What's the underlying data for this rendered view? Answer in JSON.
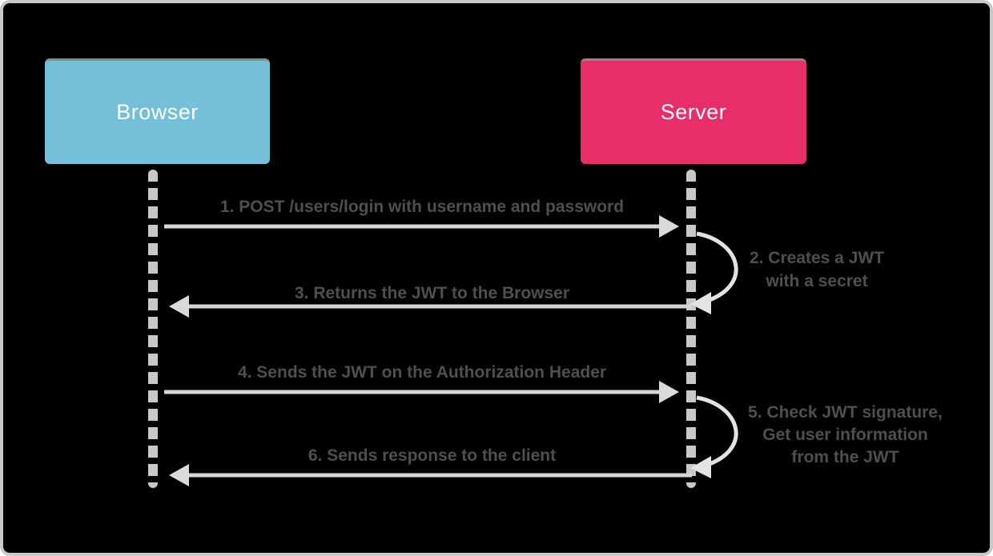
{
  "diagram": {
    "type": "sequence",
    "actors": {
      "browser": {
        "label": "Browser",
        "color": "#74c0d8",
        "text_color": "#ffffff"
      },
      "server": {
        "label": "Server",
        "color": "#e72e68",
        "text_color": "#ffffff"
      }
    },
    "messages": {
      "m1": {
        "label": "1. POST /users/login with username and password",
        "from": "Browser",
        "to": "Server"
      },
      "m2": {
        "type": "self",
        "actor": "Server",
        "lines": [
          "2. Creates a JWT",
          "with a secret"
        ]
      },
      "m3": {
        "label": "3. Returns the JWT to the Browser",
        "from": "Server",
        "to": "Browser"
      },
      "m4": {
        "label": "4. Sends the JWT on the Authorization Header",
        "from": "Browser",
        "to": "Server"
      },
      "m5": {
        "type": "self",
        "actor": "Server",
        "lines": [
          "5. Check JWT signature,",
          "Get user information",
          "from the JWT"
        ]
      },
      "m6": {
        "label": "6. Sends response to the client",
        "from": "Server",
        "to": "Browser"
      }
    },
    "colors": {
      "canvas_background": "#000000",
      "frame_border": "#c9c9c9",
      "lifeline": "#c8c8c8",
      "arrow": "#d6d6d6",
      "self_loop": "#e3e3e3",
      "message_text": "#4f4f4f"
    }
  }
}
